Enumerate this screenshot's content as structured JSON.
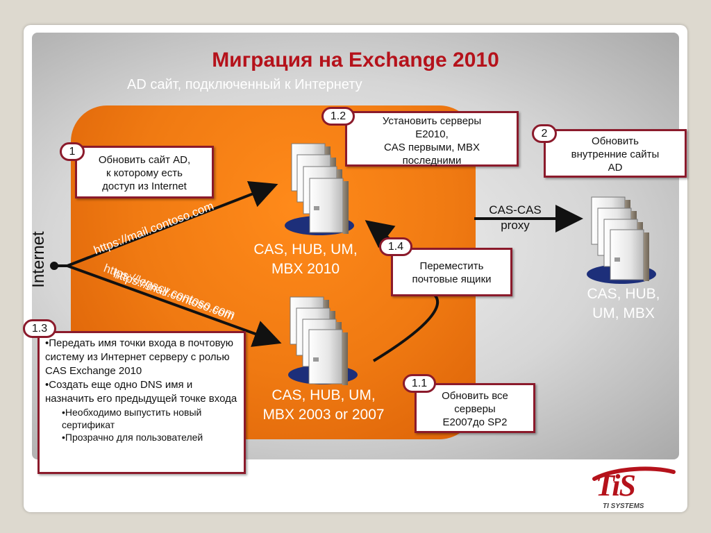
{
  "title": "Миграция на Exchange 2010",
  "subtitle": "AD сайт, подключенный к Интернету",
  "internet_label": "Internet",
  "urls": {
    "mail": "https://mail.contoso.com",
    "legacy_overlap": "https://legacy.contoso.com"
  },
  "step_1": {
    "badge": "1",
    "lines": [
      "Обновить сайт AD,",
      "к которому есть",
      "доступ из Internet"
    ]
  },
  "step_1_2": {
    "badge": "1.2",
    "lines": [
      "Установить серверы",
      "E2010,",
      "CAS первыми, MBX",
      "последними"
    ]
  },
  "step_2": {
    "badge": "2",
    "lines": [
      "Обновить",
      "внутренние сайты",
      "AD"
    ]
  },
  "step_1_4": {
    "badge": "1.4",
    "lines": [
      "Переместить",
      "почтовые ящики"
    ]
  },
  "step_1_1": {
    "badge": "1.1",
    "lines": [
      "Обновить все",
      "серверы",
      "E2007до SP2"
    ]
  },
  "step_1_3": {
    "badge": "1.3",
    "bullets": [
      "•Передать имя точки входа в почтовую систему из Интернет серверу с ролью CAS Exchange 2010",
      "•Создать еще одно DNS имя и назначить его предыдущей точке входа"
    ],
    "sub_bullets": [
      "•Необходимо выпустить новый сертификат",
      "•Прозрачно для пользователей"
    ]
  },
  "server_groups": {
    "e2010": {
      "line1": "CAS, HUB, UM,",
      "line2": "MBX 2010"
    },
    "legacy": {
      "line1": "CAS, HUB, UM,",
      "line2": "MBX 2003 or 2007"
    },
    "internal": {
      "line1": "CAS, HUB,",
      "line2": "UM, MBX"
    }
  },
  "proxy": {
    "line1": "CAS-CAS",
    "line2": "proxy"
  },
  "logo": {
    "mark": "TiS",
    "tagline": "TI SYSTEMS",
    "color": "#b5121b"
  },
  "colors": {
    "accent": "#b5121b",
    "box_border": "#8b1a2b",
    "site_orange": "#f07a12"
  }
}
